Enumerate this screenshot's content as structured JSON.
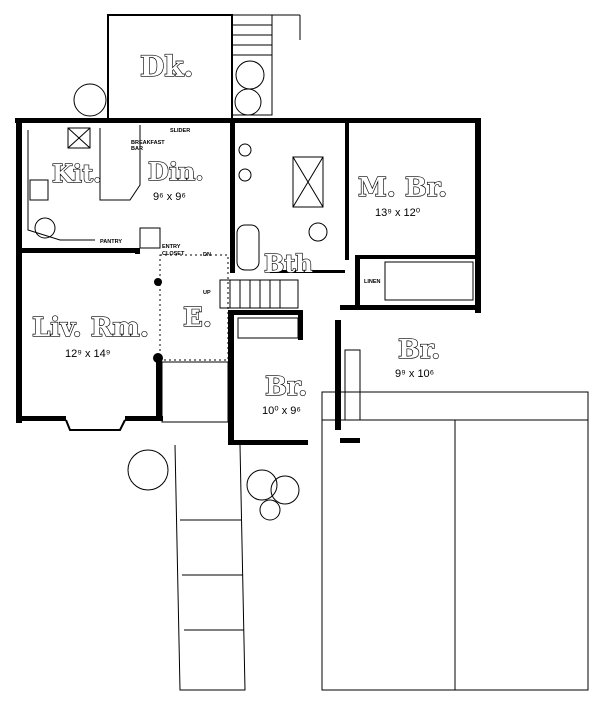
{
  "rooms": {
    "deck": {
      "name": "Dk."
    },
    "kitchen": {
      "name": "Kit."
    },
    "dining": {
      "name": "Din.",
      "size": "9⁶ x 9⁶"
    },
    "master_bedroom": {
      "name": "M. Br.",
      "size": "13⁹ x 12⁰"
    },
    "bath": {
      "name": "Bth"
    },
    "living_room": {
      "name": "Liv. Rm.",
      "size": "12⁹ x 14⁹"
    },
    "entry": {
      "name": "E."
    },
    "bedroom_2": {
      "name": "Br.",
      "size": "10⁰ x 9⁶"
    },
    "bedroom_3": {
      "name": "Br.",
      "size": "9⁹ x 10⁶"
    }
  },
  "notes": {
    "breakfast_bar_1": "BREAKFAST",
    "breakfast_bar_2": "BAR",
    "slider": "SLIDER",
    "pantry": "PANTRY",
    "entry_closet_1": "ENTRY",
    "entry_closet_2": "CLOSET",
    "linen": "LINEN",
    "down": "DN",
    "up": "UP"
  }
}
